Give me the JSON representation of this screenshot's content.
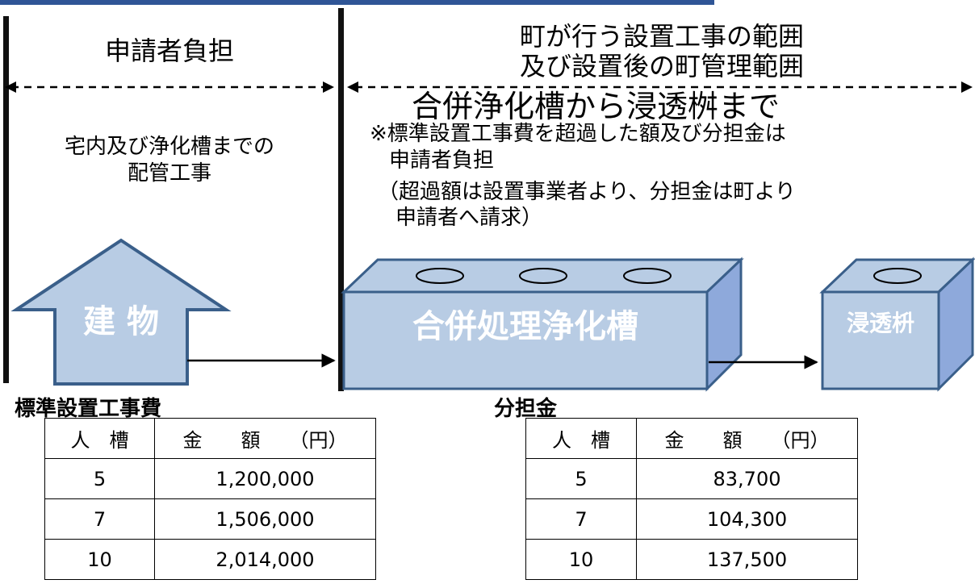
{
  "left_header": "申請者負担",
  "right_header_line1": "町が行う設置工事の範囲",
  "right_header_line2": "及び設置後の町管理範囲",
  "left_desc_line1": "宅内及び浄化槽までの",
  "left_desc_line2": "配管工事",
  "right_title": "合併浄化槽から浸透桝まで",
  "right_note_line1": "※標準設置工事費を超過した額及び分担金は",
  "right_note_line2": "申請者負担",
  "right_note_line3": "（超過額は設置事業者より、分担金は町より",
  "right_note_line4": "申請者へ請求）",
  "building_label": "建 物",
  "tank_label": "合併処理浄化槽",
  "pit_label": "浸透枡",
  "colors": {
    "shape_fill": "#b8cce4",
    "shape_side": "#8ea9db",
    "shape_stroke": "#3a5f8a",
    "top_rule": "#2f5596"
  },
  "table_cost": {
    "caption": "標準設置工事費",
    "header": {
      "col1": "人　槽",
      "col2": "金　　額　　（円）"
    },
    "rows": [
      {
        "people": "5",
        "amount": "1,200,000"
      },
      {
        "people": "7",
        "amount": "1,506,000"
      },
      {
        "people": "10",
        "amount": "2,014,000"
      }
    ]
  },
  "table_share": {
    "caption": "分担金",
    "header": {
      "col1": "人　槽",
      "col2": "金　　額　　（円）"
    },
    "rows": [
      {
        "people": "5",
        "amount": "83,700"
      },
      {
        "people": "7",
        "amount": "104,300"
      },
      {
        "people": "10",
        "amount": "137,500"
      }
    ]
  }
}
